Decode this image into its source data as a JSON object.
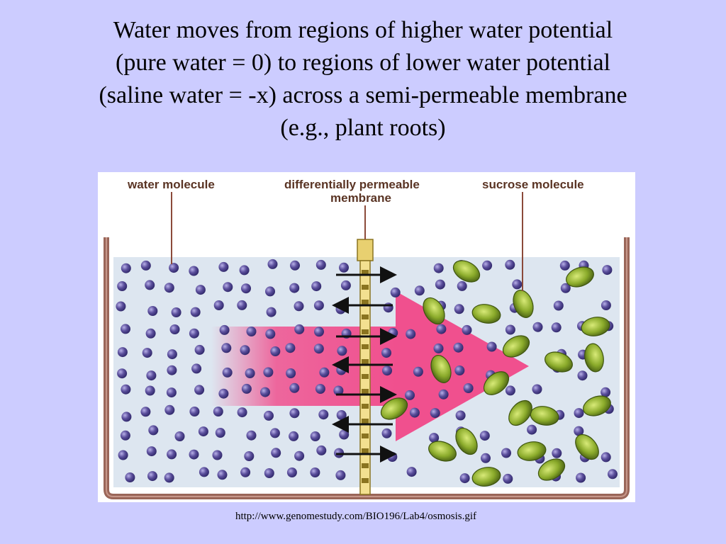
{
  "slide": {
    "title_lines": [
      "Water moves from regions of higher water potential",
      "(pure water = 0) to regions of lower water potential",
      "(saline water = -x) across a semi-permeable membrane",
      "(e.g., plant roots)"
    ],
    "source_caption": "http://www.genomestudy.com/BIO196/Lab4/osmosis.gif"
  },
  "diagram": {
    "labels": {
      "water_molecule": "water molecule",
      "membrane_line1": "differentially  permeable",
      "membrane_line2": "membrane",
      "sucrose_molecule": "sucrose molecule"
    },
    "colors": {
      "slide_background": "#ccccff",
      "water_fill": "#dde6f0",
      "container": "#9a6659",
      "water_molecule": "#5b4f9c",
      "sucrose_molecule": "#7e9a23",
      "membrane": "#e8d070",
      "flow_arrow": "#f0508e",
      "label_text": "#5a3424"
    }
  }
}
